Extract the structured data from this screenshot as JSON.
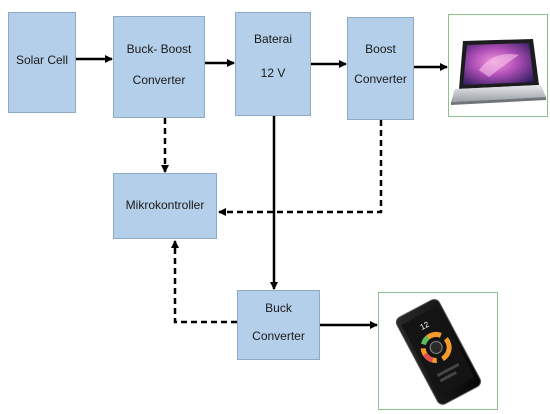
{
  "blocks": {
    "solar_cell": {
      "line1": "Solar Cell"
    },
    "buck_boost": {
      "line1": "Buck- Boost",
      "line2": "Converter"
    },
    "baterai": {
      "line1": "Baterai",
      "line2": "12 V"
    },
    "boost": {
      "line1": "Boost",
      "line2": "Converter"
    },
    "mikrokontroller": {
      "line1": "Mikrokontroller"
    },
    "buck": {
      "line1": "Buck",
      "line2": "Converter"
    }
  },
  "devices": {
    "laptop": {
      "icon": "laptop-icon"
    },
    "smartphone": {
      "icon": "smartphone-icon",
      "screen_time": "12"
    }
  },
  "colors": {
    "block_fill": "#b4cfe9",
    "block_border": "#8faac4",
    "device_border": "#8cc08c",
    "connector": "#000000"
  }
}
